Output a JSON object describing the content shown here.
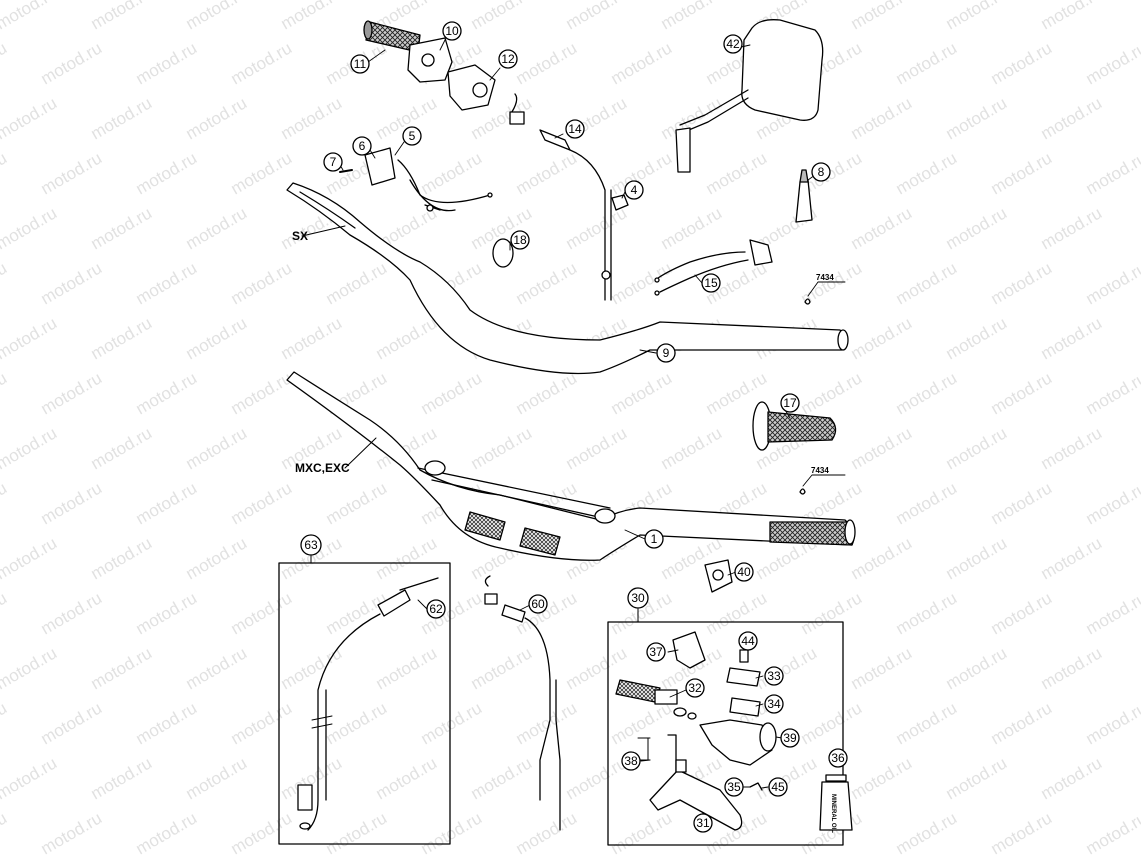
{
  "watermark": "motod.ru",
  "labels": {
    "sx": "SX",
    "mxc_exc": "MXC,EXC",
    "ref_top": "7434",
    "ref_bottom": "7434",
    "oil_text": "MINERAL OIL"
  },
  "callouts": [
    {
      "id": "part-10",
      "n": "10"
    },
    {
      "id": "part-11",
      "n": "11"
    },
    {
      "id": "part-12",
      "n": "12"
    },
    {
      "id": "part-42",
      "n": "42"
    },
    {
      "id": "part-14",
      "n": "14"
    },
    {
      "id": "part-5",
      "n": "5"
    },
    {
      "id": "part-6",
      "n": "6"
    },
    {
      "id": "part-7",
      "n": "7"
    },
    {
      "id": "part-4",
      "n": "4"
    },
    {
      "id": "part-8",
      "n": "8"
    },
    {
      "id": "part-18",
      "n": "18"
    },
    {
      "id": "part-15",
      "n": "15"
    },
    {
      "id": "part-9",
      "n": "9"
    },
    {
      "id": "part-17",
      "n": "17"
    },
    {
      "id": "part-1",
      "n": "1"
    },
    {
      "id": "part-40",
      "n": "40"
    },
    {
      "id": "part-63",
      "n": "63"
    },
    {
      "id": "part-62",
      "n": "62"
    },
    {
      "id": "part-60",
      "n": "60"
    },
    {
      "id": "part-30",
      "n": "30"
    },
    {
      "id": "part-37",
      "n": "37"
    },
    {
      "id": "part-44",
      "n": "44"
    },
    {
      "id": "part-33",
      "n": "33"
    },
    {
      "id": "part-32",
      "n": "32"
    },
    {
      "id": "part-34",
      "n": "34"
    },
    {
      "id": "part-39",
      "n": "39"
    },
    {
      "id": "part-38",
      "n": "38"
    },
    {
      "id": "part-35",
      "n": "35"
    },
    {
      "id": "part-45",
      "n": "45"
    },
    {
      "id": "part-31",
      "n": "31"
    },
    {
      "id": "part-36",
      "n": "36"
    }
  ]
}
